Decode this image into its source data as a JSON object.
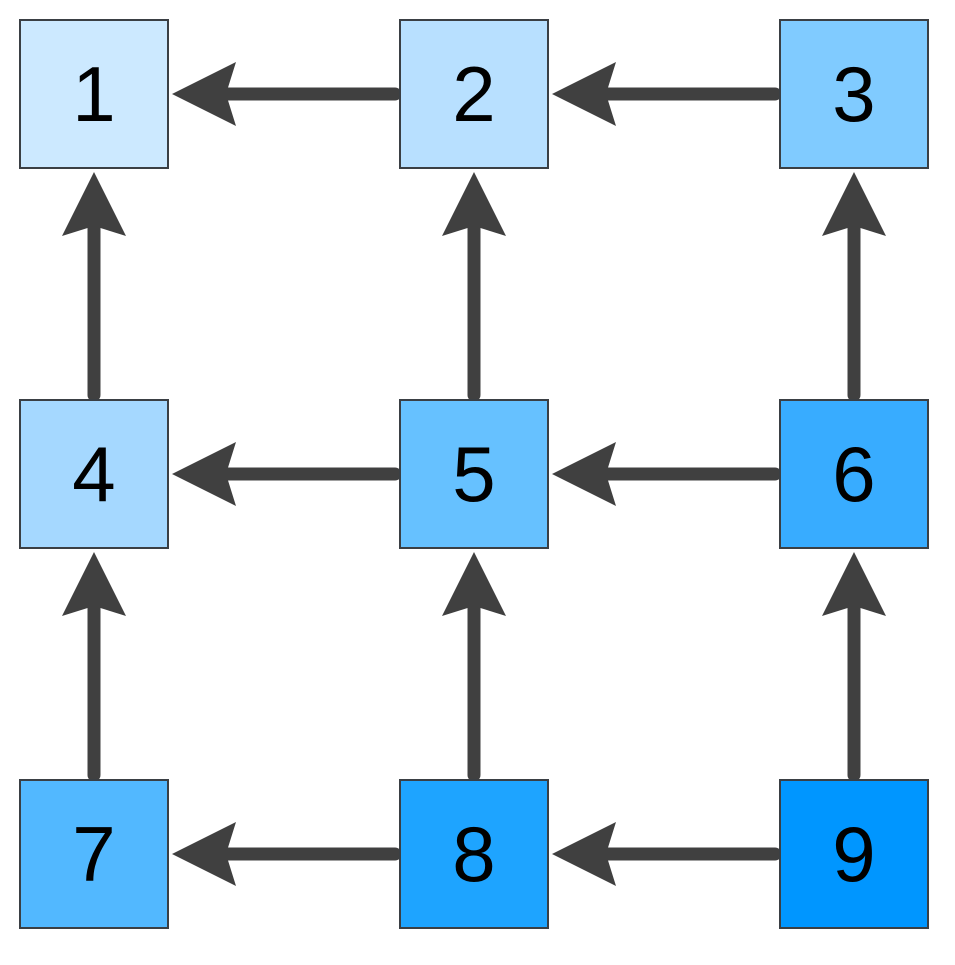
{
  "diagram": {
    "type": "grid-flow",
    "edge_color": "#404040",
    "nodes": [
      {
        "id": "1",
        "label": "1",
        "color": "#cce9ff"
      },
      {
        "id": "2",
        "label": "2",
        "color": "#b8e0ff"
      },
      {
        "id": "3",
        "label": "3",
        "color": "#80cbff"
      },
      {
        "id": "4",
        "label": "4",
        "color": "#a5d8ff"
      },
      {
        "id": "5",
        "label": "5",
        "color": "#66c1ff"
      },
      {
        "id": "6",
        "label": "6",
        "color": "#38acff"
      },
      {
        "id": "7",
        "label": "7",
        "color": "#52b8ff"
      },
      {
        "id": "8",
        "label": "8",
        "color": "#1ea4ff"
      },
      {
        "id": "9",
        "label": "9",
        "color": "#0096ff"
      }
    ],
    "edges": [
      {
        "from": "2",
        "to": "1"
      },
      {
        "from": "3",
        "to": "2"
      },
      {
        "from": "4",
        "to": "1"
      },
      {
        "from": "5",
        "to": "2"
      },
      {
        "from": "6",
        "to": "3"
      },
      {
        "from": "5",
        "to": "4"
      },
      {
        "from": "6",
        "to": "5"
      },
      {
        "from": "7",
        "to": "4"
      },
      {
        "from": "8",
        "to": "5"
      },
      {
        "from": "9",
        "to": "6"
      },
      {
        "from": "8",
        "to": "7"
      },
      {
        "from": "9",
        "to": "8"
      }
    ]
  }
}
